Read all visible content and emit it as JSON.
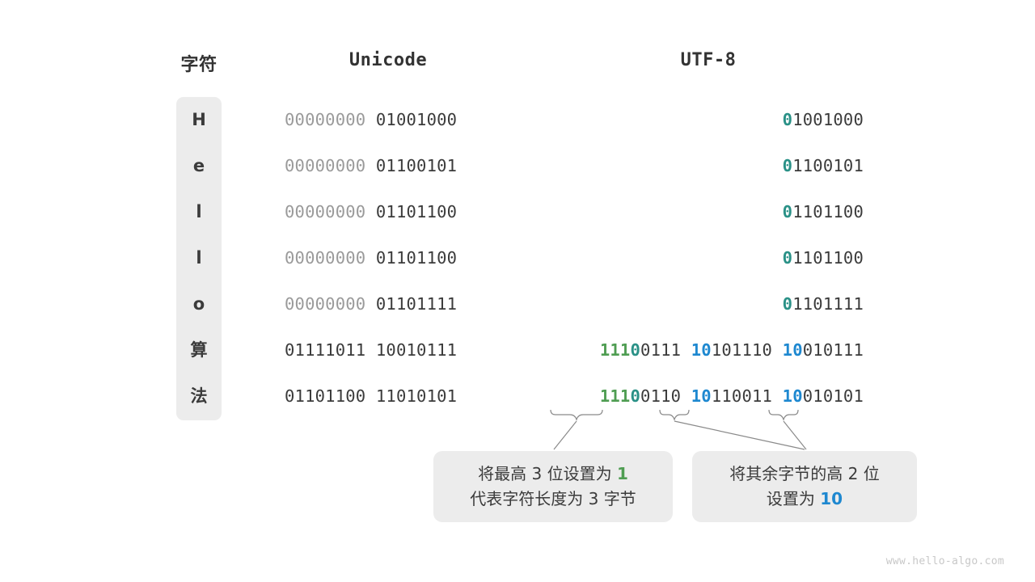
{
  "columns": {
    "char_label": "字符",
    "unicode_label": "Unicode",
    "utf8_label": "UTF-8"
  },
  "colors": {
    "green": "#4f9d52",
    "teal": "#2a9187",
    "blue": "#1e88d0",
    "dark": "#3b3b3b",
    "dim": "#9a9a9a",
    "chip_bg": "#ececec"
  },
  "rows": [
    {
      "char": "H",
      "unicode_dim": "00000000",
      "unicode_dark": "01001000",
      "utf8_parts": [
        {
          "text": "0",
          "style": "teal"
        },
        {
          "text": "1001000",
          "style": "dark"
        }
      ]
    },
    {
      "char": "e",
      "unicode_dim": "00000000",
      "unicode_dark": "01100101",
      "utf8_parts": [
        {
          "text": "0",
          "style": "teal"
        },
        {
          "text": "1100101",
          "style": "dark"
        }
      ]
    },
    {
      "char": "l",
      "unicode_dim": "00000000",
      "unicode_dark": "01101100",
      "utf8_parts": [
        {
          "text": "0",
          "style": "teal"
        },
        {
          "text": "1101100",
          "style": "dark"
        }
      ]
    },
    {
      "char": "l",
      "unicode_dim": "00000000",
      "unicode_dark": "01101100",
      "utf8_parts": [
        {
          "text": "0",
          "style": "teal"
        },
        {
          "text": "1101100",
          "style": "dark"
        }
      ]
    },
    {
      "char": "o",
      "unicode_dim": "00000000",
      "unicode_dark": "01101111",
      "utf8_parts": [
        {
          "text": "0",
          "style": "teal"
        },
        {
          "text": "1101111",
          "style": "dark"
        }
      ]
    },
    {
      "char": "算",
      "unicode_dim": "",
      "unicode_dark": "01111011 10010111",
      "utf8_parts": [
        {
          "text": "111",
          "style": "green"
        },
        {
          "text": "0",
          "style": "teal"
        },
        {
          "text": "0111 ",
          "style": "dark"
        },
        {
          "text": "1",
          "style": "blue"
        },
        {
          "text": "0",
          "style": "blue"
        },
        {
          "text": "101110 ",
          "style": "dark"
        },
        {
          "text": "1",
          "style": "blue"
        },
        {
          "text": "0",
          "style": "blue"
        },
        {
          "text": "010111",
          "style": "dark"
        }
      ]
    },
    {
      "char": "法",
      "unicode_dim": "",
      "unicode_dark": "01101100 11010101",
      "utf8_parts": [
        {
          "text": "111",
          "style": "green"
        },
        {
          "text": "0",
          "style": "teal"
        },
        {
          "text": "0110 ",
          "style": "dark"
        },
        {
          "text": "1",
          "style": "blue"
        },
        {
          "text": "0",
          "style": "blue"
        },
        {
          "text": "110011 ",
          "style": "dark"
        },
        {
          "text": "1",
          "style": "blue"
        },
        {
          "text": "0",
          "style": "blue"
        },
        {
          "text": "010101",
          "style": "dark"
        }
      ]
    }
  ],
  "callouts": [
    {
      "id": "callout-1",
      "lines": [
        [
          {
            "text": "将最高 3 位设置为 ",
            "style": "dark"
          },
          {
            "text": "1",
            "style": "green"
          }
        ],
        [
          {
            "text": "代表字符长度为 3 字节",
            "style": "dark"
          }
        ]
      ]
    },
    {
      "id": "callout-2",
      "lines": [
        [
          {
            "text": "将其余字节的高 2 位",
            "style": "dark"
          }
        ],
        [
          {
            "text": "设置为 ",
            "style": "dark"
          },
          {
            "text": "10",
            "style": "blue"
          }
        ]
      ]
    }
  ],
  "watermark": "www.hello-algo.com"
}
